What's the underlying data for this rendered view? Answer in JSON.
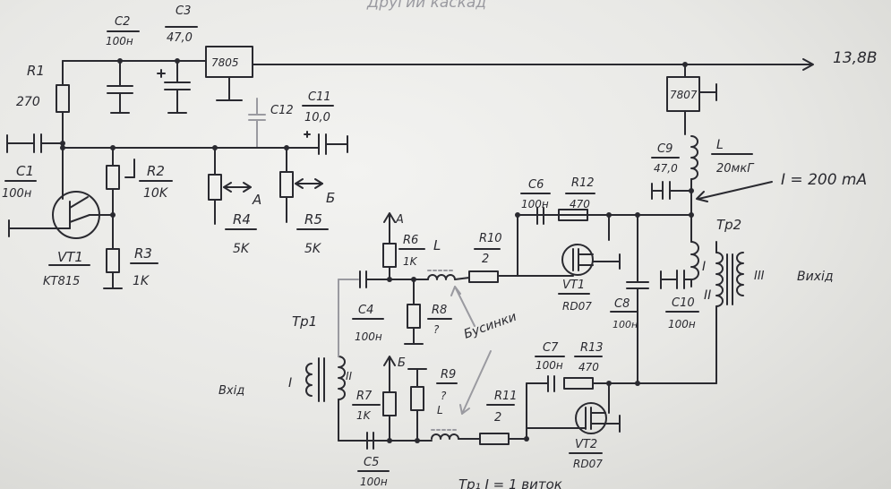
{
  "header_text": "Другий каскад",
  "output_voltage": "13,8В",
  "current_note": "I = 200 mA",
  "bottom_note": "Тр₁ I = 1 виток",
  "input_label": "Вхід",
  "output_label": "Вихід",
  "beads_label": "Бусинки",
  "components": {
    "R1": {
      "name": "R1",
      "value": "270"
    },
    "C2": {
      "name": "C2",
      "value": "100н"
    },
    "C3": {
      "name": "C3",
      "value": "47,0"
    },
    "U7805": {
      "name": "7805"
    },
    "U7807": {
      "name": "7807"
    },
    "C12": {
      "name": "C12"
    },
    "C11": {
      "name": "C11",
      "value": "10,0"
    },
    "C1": {
      "name": "C1",
      "value": "100н"
    },
    "R2": {
      "name": "R2",
      "value": "10K"
    },
    "R3": {
      "name": "R3",
      "value": "1K"
    },
    "R4": {
      "name": "R4",
      "value": "5K"
    },
    "R5": {
      "name": "R5",
      "value": "5K"
    },
    "VT1_transistor": {
      "name": "VT1",
      "value": "KT815"
    },
    "R6": {
      "name": "R6",
      "value": "1K"
    },
    "R7": {
      "name": "R7",
      "value": "1K"
    },
    "R8": {
      "name": "R8",
      "value": "?"
    },
    "R9": {
      "name": "R9",
      "value": "?"
    },
    "R10": {
      "name": "R10",
      "value": "2"
    },
    "R11": {
      "name": "R11",
      "value": "2"
    },
    "R12": {
      "name": "R12",
      "value": "470"
    },
    "R13": {
      "name": "R13",
      "value": "470"
    },
    "C4": {
      "name": "C4",
      "value": "100н"
    },
    "C5": {
      "name": "C5",
      "value": "100н"
    },
    "C6": {
      "name": "C6",
      "value": "100н"
    },
    "C7": {
      "name": "C7",
      "value": "100н"
    },
    "C8": {
      "name": "C8",
      "value": "100н"
    },
    "C9": {
      "name": "C9",
      "value": "47,0"
    },
    "C10": {
      "name": "C10",
      "value": "100н"
    },
    "L": {
      "name": "L",
      "value": "20мкГ"
    },
    "VT1_mosfet": {
      "name": "VT1",
      "value": "RD07"
    },
    "VT2_mosfet": {
      "name": "VT2",
      "value": "RD07"
    },
    "Tp1": {
      "name": "Тр1"
    },
    "Tp2": {
      "name": "Тр2"
    }
  },
  "node_labels": {
    "A": "А",
    "B": "Б"
  },
  "winding_labels": {
    "I": "I",
    "II": "II",
    "III": "III"
  },
  "small_L": "L"
}
